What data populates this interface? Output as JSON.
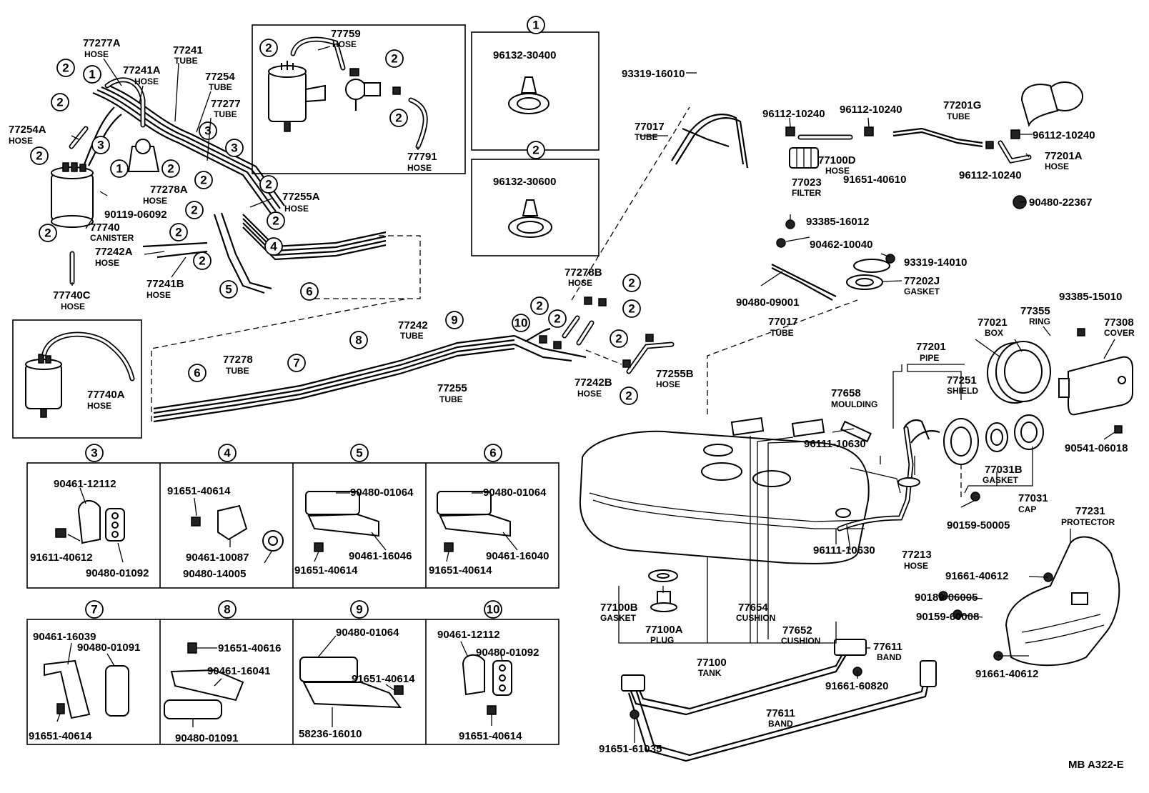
{
  "labels": [
    {
      "id": "77277A",
      "num": "77277A",
      "desc": "HOSE"
    },
    {
      "id": "77241",
      "num": "77241",
      "desc": "TUBE"
    },
    {
      "id": "77241A",
      "num": "77241A",
      "desc": "HOSE"
    },
    {
      "id": "77254",
      "num": "77254",
      "desc": "TUBE"
    },
    {
      "id": "77277",
      "num": "77277",
      "desc": "TUBE"
    },
    {
      "id": "77254A",
      "num": "77254A",
      "desc": "HOSE"
    },
    {
      "id": "77278A",
      "num": "77278A",
      "desc": "HOSE"
    },
    {
      "id": "77255A",
      "num": "77255A",
      "desc": "HOSE"
    },
    {
      "id": "90119-06092",
      "num": "90119-06092",
      "desc": ""
    },
    {
      "id": "77740",
      "num": "77740",
      "desc": "CANISTER"
    },
    {
      "id": "77242A",
      "num": "77242A",
      "desc": "HOSE"
    },
    {
      "id": "77241B",
      "num": "77241B",
      "desc": "HOSE"
    },
    {
      "id": "77740C",
      "num": "77740C",
      "desc": "HOSE"
    },
    {
      "id": "77759",
      "num": "77759",
      "desc": "HOSE"
    },
    {
      "id": "77791",
      "num": "77791",
      "desc": "HOSE"
    },
    {
      "id": "96132-30400",
      "num": "96132-30400",
      "desc": ""
    },
    {
      "id": "96132-30600",
      "num": "96132-30600",
      "desc": ""
    },
    {
      "id": "93319-16010",
      "num": "93319-16010",
      "desc": ""
    },
    {
      "id": "77017-top",
      "num": "77017",
      "desc": "TUBE"
    },
    {
      "id": "96112-10240-a",
      "num": "96112-10240",
      "desc": ""
    },
    {
      "id": "96112-10240-b",
      "num": "96112-10240",
      "desc": ""
    },
    {
      "id": "77201G",
      "num": "77201G",
      "desc": "TUBE"
    },
    {
      "id": "96112-10240-c",
      "num": "96112-10240",
      "desc": ""
    },
    {
      "id": "77100D",
      "num": "77100D",
      "desc": "HOSE"
    },
    {
      "id": "77023",
      "num": "77023",
      "desc": "FILTER"
    },
    {
      "id": "91651-40610",
      "num": "91651-40610",
      "desc": ""
    },
    {
      "id": "96112-10240-d",
      "num": "96112-10240",
      "desc": ""
    },
    {
      "id": "77201A",
      "num": "77201A",
      "desc": "HOSE"
    },
    {
      "id": "90480-22367",
      "num": "90480-22367",
      "desc": ""
    },
    {
      "id": "93385-16012",
      "num": "93385-16012",
      "desc": ""
    },
    {
      "id": "90462-10040",
      "num": "90462-10040",
      "desc": ""
    },
    {
      "id": "93319-14010",
      "num": "93319-14010",
      "desc": ""
    },
    {
      "id": "77278B",
      "num": "77278B",
      "desc": "HOSE"
    },
    {
      "id": "77202J",
      "num": "77202J",
      "desc": "GASKET"
    },
    {
      "id": "90480-09001",
      "num": "90480-09001",
      "desc": ""
    },
    {
      "id": "77017-mid",
      "num": "77017",
      "desc": "TUBE"
    },
    {
      "id": "93385-15010",
      "num": "93385-15010",
      "desc": ""
    },
    {
      "id": "77021",
      "num": "77021",
      "desc": "BOX"
    },
    {
      "id": "77355",
      "num": "77355",
      "desc": "RING"
    },
    {
      "id": "77308",
      "num": "77308",
      "desc": "COVER"
    },
    {
      "id": "77242",
      "num": "77242",
      "desc": "TUBE"
    },
    {
      "id": "77278",
      "num": "77278",
      "desc": "TUBE"
    },
    {
      "id": "77255",
      "num": "77255",
      "desc": "TUBE"
    },
    {
      "id": "77242B",
      "num": "77242B",
      "desc": "HOSE"
    },
    {
      "id": "77255B",
      "num": "77255B",
      "desc": "HOSE"
    },
    {
      "id": "77740A",
      "num": "77740A",
      "desc": "HOSE"
    },
    {
      "id": "77201",
      "num": "77201",
      "desc": "PIPE"
    },
    {
      "id": "77251",
      "num": "77251",
      "desc": "SHIELD"
    },
    {
      "id": "77658",
      "num": "77658",
      "desc": "MOULDING"
    },
    {
      "id": "96111-10630-a",
      "num": "96111-10630",
      "desc": ""
    },
    {
      "id": "77031B",
      "num": "77031B",
      "desc": "GASKET"
    },
    {
      "id": "77031",
      "num": "77031",
      "desc": "CAP"
    },
    {
      "id": "90541-06018",
      "num": "90541-06018",
      "desc": ""
    },
    {
      "id": "90159-50005",
      "num": "90159-50005",
      "desc": ""
    },
    {
      "id": "77231",
      "num": "77231",
      "desc": "PROTECTOR"
    },
    {
      "id": "77213",
      "num": "77213",
      "desc": "HOSE"
    },
    {
      "id": "96111-10630-b",
      "num": "96111-10630",
      "desc": ""
    },
    {
      "id": "91661-40612-a",
      "num": "91661-40612",
      "desc": ""
    },
    {
      "id": "90189-06005",
      "num": "90189-06005",
      "desc": ""
    },
    {
      "id": "90159-60008",
      "num": "90159-60008",
      "desc": ""
    },
    {
      "id": "91661-40612-b",
      "num": "91661-40612",
      "desc": ""
    },
    {
      "id": "77100B",
      "num": "77100B",
      "desc": "GASKET"
    },
    {
      "id": "77100A",
      "num": "77100A",
      "desc": "PLUG"
    },
    {
      "id": "77654",
      "num": "77654",
      "desc": "CUSHION"
    },
    {
      "id": "77652",
      "num": "77652",
      "desc": "CUSHION"
    },
    {
      "id": "77100",
      "num": "77100",
      "desc": "TANK"
    },
    {
      "id": "77611-a",
      "num": "77611",
      "desc": "BAND"
    },
    {
      "id": "91661-60820",
      "num": "91661-60820",
      "desc": ""
    },
    {
      "id": "77611-b",
      "num": "77611",
      "desc": "BAND"
    },
    {
      "id": "91651-61035",
      "num": "91651-61035",
      "desc": ""
    }
  ],
  "detail_boxes": [
    {
      "id": "3",
      "title": "3",
      "parts": [
        "90461-12112",
        "91611-40612",
        "90480-01092"
      ]
    },
    {
      "id": "4",
      "title": "4",
      "parts": [
        "91651-40614",
        "90461-10087",
        "90480-14005"
      ]
    },
    {
      "id": "5",
      "title": "5",
      "parts": [
        "90480-01064",
        "90461-16046",
        "91651-40614"
      ]
    },
    {
      "id": "6",
      "title": "6",
      "parts": [
        "90480-01064",
        "90461-16040",
        "91651-40614"
      ]
    },
    {
      "id": "7",
      "title": "7",
      "parts": [
        "90461-16039",
        "90480-01091",
        "91651-40614"
      ]
    },
    {
      "id": "8",
      "title": "8",
      "parts": [
        "91651-40616",
        "90461-16041",
        "90480-01091"
      ]
    },
    {
      "id": "9",
      "title": "9",
      "parts": [
        "90480-01064",
        "91651-40614",
        "58236-16010"
      ]
    },
    {
      "id": "10",
      "title": "10",
      "parts": [
        "90461-12112",
        "90480-01092",
        "91651-40614"
      ]
    }
  ],
  "callouts": [
    "1",
    "2",
    "3",
    "4",
    "5",
    "6",
    "7",
    "8",
    "9",
    "10"
  ],
  "diagram_code": "MB  A322-E"
}
